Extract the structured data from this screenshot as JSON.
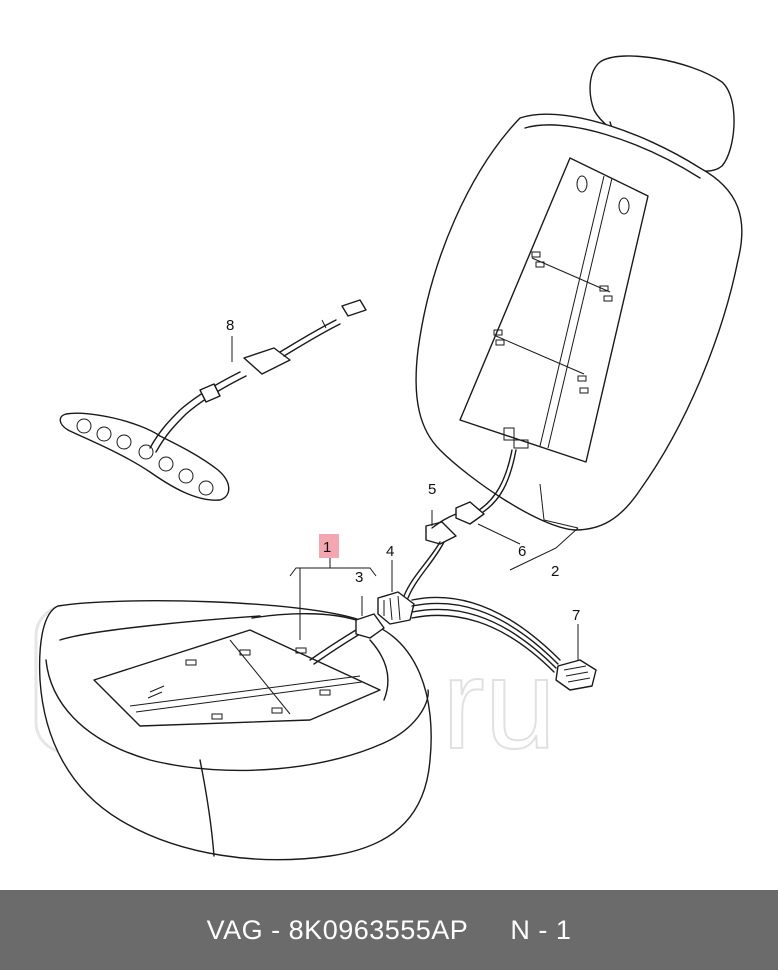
{
  "callouts": {
    "c1": "1",
    "c2": "2",
    "c3": "3",
    "c4": "4",
    "c5": "5",
    "c6": "6",
    "c7": "7",
    "c8": "8"
  },
  "highlight_color": "#f4a7b0",
  "watermark": {
    "text": "Ruli.ru"
  },
  "footer": {
    "part_ref": "VAG - 8K0963555AP",
    "quantity": "N - 1"
  }
}
